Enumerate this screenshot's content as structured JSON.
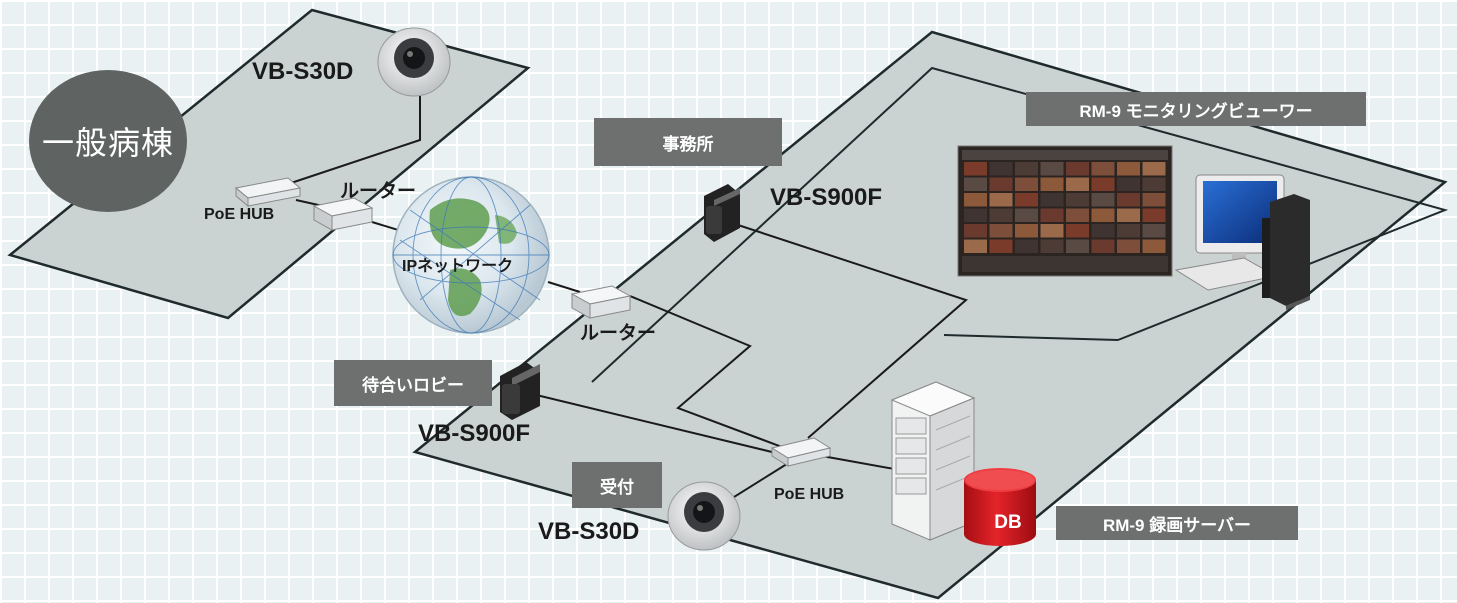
{
  "ward": {
    "label": "一般病棟"
  },
  "cameras": {
    "ward_camera": "VB-S30D",
    "office_camera": "VB-S900F",
    "lobby_camera": "VB-S900F",
    "reception_camera": "VB-S30D"
  },
  "network": {
    "poe_hub_top": "PoE HUB",
    "router_top": "ルーター",
    "ip_network": "IPネットワーク",
    "router_bottom": "ルーター",
    "poe_hub_bottom": "PoE HUB"
  },
  "rooms": {
    "office": "事務所",
    "lobby": "待合いロビー",
    "reception": "受付"
  },
  "software": {
    "viewer": "RM-9 モニタリングビューワー",
    "server": "RM-9 録画サーバー",
    "db": "DB"
  },
  "colors": {
    "floor": "#cad3d1",
    "label_box": "#6d706f",
    "db_red": "#d4161b",
    "background": "#e9f1f2"
  }
}
